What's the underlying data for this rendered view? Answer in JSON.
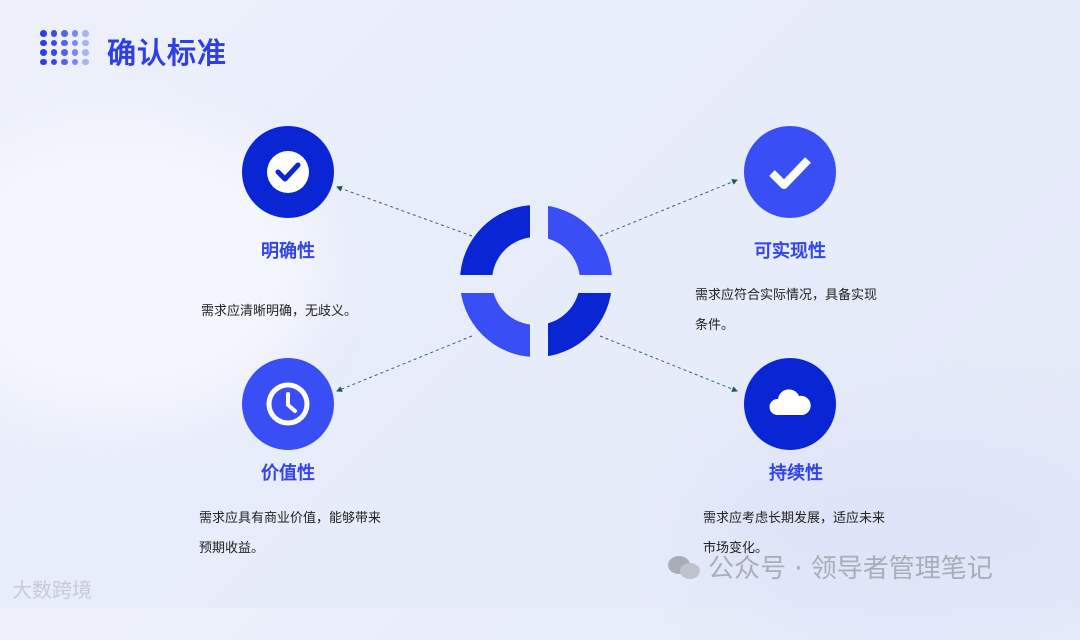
{
  "title": "确认标准",
  "colors": {
    "primary_dark": "#0a26d4",
    "primary_light": "#3a4ef5",
    "title": "#2f3fe6"
  },
  "items": [
    {
      "label": "明确性",
      "icon": "check-circle-icon",
      "desc_lines": [
        "需求应清晰明确，无歧义。"
      ]
    },
    {
      "label": "可实现性",
      "icon": "check-icon",
      "desc_lines": [
        "需求应符合实际情况，具备实现",
        "条件。"
      ]
    },
    {
      "label": "价值性",
      "icon": "clock-icon",
      "desc_lines": [
        "需求应具有商业价值，能够带来",
        "预期收益。"
      ]
    },
    {
      "label": "持续性",
      "icon": "cloud-icon",
      "desc_lines": [
        "需求应考虑长期发展，适应未来",
        "市场变化。"
      ]
    }
  ],
  "watermark": {
    "left": "大数跨境",
    "right": "公众号 · 领导者管理笔记"
  }
}
